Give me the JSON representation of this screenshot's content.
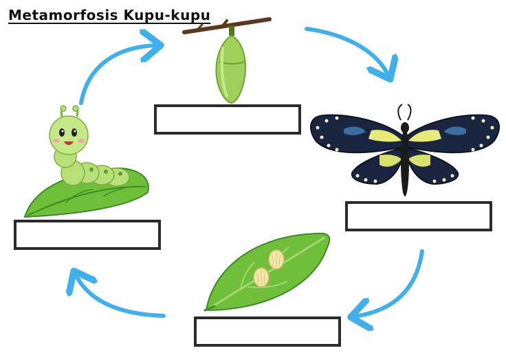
{
  "title": "Metamorfosis Kupu-kupu",
  "colors": {
    "arrow": "#3fb0ec",
    "leaf": "#6fbf3b",
    "leaf_dark": "#3c8a23",
    "pupa": "#9fd05a",
    "caterpillar": "#b8e07a",
    "wing": "#1a2540",
    "wing_spot": "#e8ea7a",
    "box_border": "#2b2b2b"
  },
  "stages": [
    {
      "id": "pupa",
      "icon": "chrysalis-icon",
      "label": ""
    },
    {
      "id": "butterfly",
      "icon": "butterfly-icon",
      "label": ""
    },
    {
      "id": "egg",
      "icon": "eggs-on-leaf-icon",
      "label": ""
    },
    {
      "id": "caterpillar",
      "icon": "caterpillar-icon",
      "label": ""
    }
  ]
}
